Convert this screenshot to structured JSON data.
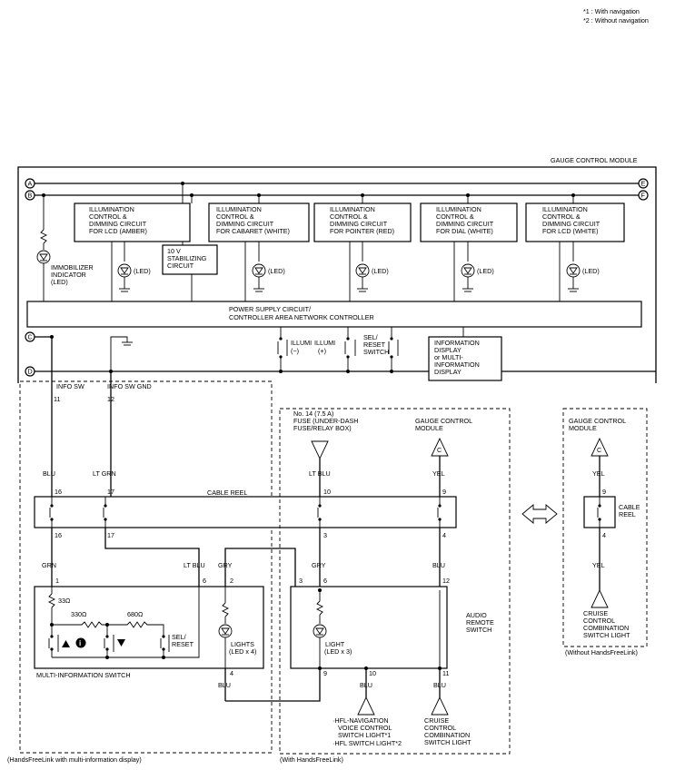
{
  "notes": [
    "*1 : With navigation",
    "*2 : Without navigation"
  ],
  "module": {
    "title": "GAUGE CONTROL MODULE",
    "bus_letters": [
      "A",
      "B",
      "C",
      "D",
      "E",
      "F"
    ],
    "circuits": [
      [
        "ILLUMINATION",
        "CONTROL &",
        "DIMMING CIRCUIT",
        "FOR LCD (AMBER)"
      ],
      [
        "ILLUMINATION",
        "CONTROL &",
        "DIMMING CIRCUIT",
        "FOR CABARET (WHITE)"
      ],
      [
        "ILLUMINATION",
        "CONTROL &",
        "DIMMING CIRCUIT",
        "FOR POINTER (RED)"
      ],
      [
        "ILLUMINATION",
        "CONTROL &",
        "DIMMING CIRCUIT",
        "FOR DIAL (WHITE)"
      ],
      [
        "ILLUMINATION",
        "CONTROL &",
        "DIMMING CIRCUIT",
        "FOR LCD (WHITE)"
      ]
    ],
    "led_label": "(LED)",
    "stabilizer": [
      "10 V",
      "STABILIZING",
      "CIRCUIT"
    ],
    "immobilizer": [
      "IMMOBILIZER",
      "INDICATOR",
      "(LED)"
    ],
    "power": [
      "POWER SUPPLY CIRCUIT/",
      "CONTROLLER AREA NETWORK CONTROLLER"
    ],
    "illumi_minus": [
      "ILLUMI",
      "(−)"
    ],
    "illumi_plus": [
      "ILLUMI",
      "(+)"
    ],
    "sel_reset": [
      "SEL/",
      "RESET",
      "SWITCH"
    ],
    "info_display": [
      "INFORMATION",
      "DISPLAY",
      "or MULTI-",
      "INFORMATION",
      "DISPLAY"
    ]
  },
  "wiring": {
    "info_sw": "INFO SW",
    "info_sw_gnd": "INFO SW GND",
    "pin_11": "11",
    "pin_12": "12",
    "blu": "BLU",
    "lt_grn": "LT GRN",
    "grn": "GRN",
    "lt_blu": "LT BLU",
    "gry": "GRY",
    "yel": "YEL",
    "cable_reel": "CABLE REEL",
    "reel_top": [
      "16",
      "17",
      "10",
      "9"
    ],
    "reel_bottom": [
      "16",
      "17",
      "3",
      "4"
    ],
    "fuse": [
      "No. 14 (7.5 A)",
      "FUSE (UNDER-DASH",
      "FUSE/RELAY BOX)"
    ],
    "gcm": [
      "GAUGE CONTROL",
      "MODULE"
    ],
    "connector_c": "C"
  },
  "mis": {
    "pins": [
      "1",
      "6",
      "2",
      "4"
    ],
    "r33": "33Ω",
    "r330": "330Ω",
    "r680": "680Ω",
    "sel_reset": [
      "SEL/",
      "RESET"
    ],
    "lights": [
      "LIGHTS",
      "(LED x 4)"
    ],
    "title": "MULTI-INFORMATION SWITCH",
    "area_note": "(HandsFreeLink with multi-information display)"
  },
  "audio": {
    "pins": [
      "3",
      "6",
      "12",
      "9",
      "10",
      "11"
    ],
    "light": [
      "LIGHT",
      "(LED x 3)"
    ],
    "title": [
      "AUDIO",
      "REMOTE",
      "SWITCH"
    ],
    "hfl": [
      "·HFL-NAVIGATION",
      "VOICE CONTROL",
      "SWITCH LIGHT*1",
      "·HFL SWITCH LIGHT*2"
    ],
    "cruise": [
      "CRUISE",
      "CONTROL",
      "COMBINATION",
      "SWITCH LIGHT"
    ],
    "area_note": "(With HandsFreeLink)"
  },
  "right": {
    "gcm": [
      "GAUGE CONTROL",
      "MODULE"
    ],
    "yel": "YEL",
    "pin_9": "9",
    "pin_4": "4",
    "cable_reel": [
      "CABLE",
      "REEL"
    ],
    "cruise": [
      "CRUISE",
      "CONTROL",
      "COMBINATION",
      "SWITCH LIGHT"
    ],
    "area_note": "(Without HandsFreeLink)"
  }
}
